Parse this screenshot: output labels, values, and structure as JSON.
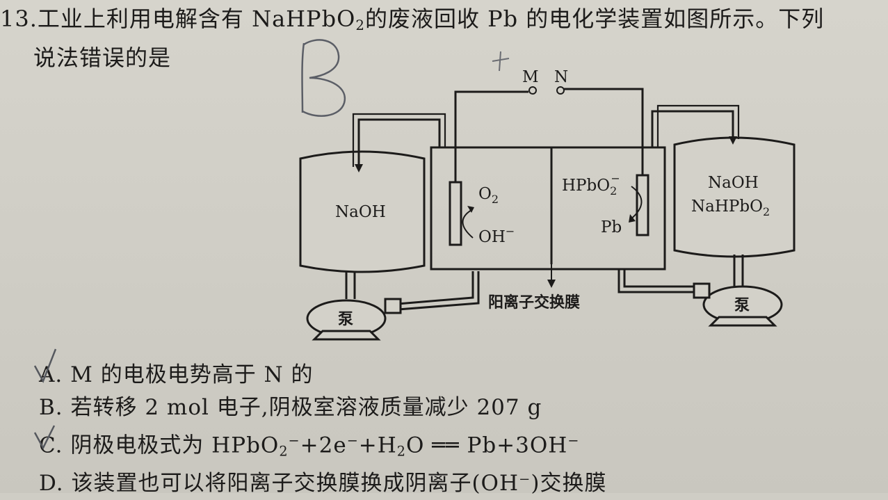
{
  "question": {
    "number": "13.",
    "stem_part1": "工业上利用电解含有 NaHPbO",
    "stem_sub": "2",
    "stem_part2": "的废液回收 Pb 的电化学装置如图所示。下列",
    "stem_line2": "说法错误的是"
  },
  "diagram": {
    "terminal_m": "M",
    "terminal_n": "N",
    "left_tank": "NaOH",
    "right_tank_line1": "NaOH",
    "right_tank_line2": "NaHPbO",
    "right_tank_sub": "2",
    "anode_product": "O",
    "anode_product_sub": "2",
    "anode_reactant": "OH",
    "anode_reactant_sup": "−",
    "cathode_reactant": "HPbO",
    "cathode_reactant_sub": "2",
    "cathode_reactant_sup": "−",
    "cathode_product": "Pb",
    "membrane_label": "阳离子交换膜",
    "pump_left": "泵",
    "pump_right": "泵"
  },
  "options": {
    "a": "A. M 的电极电势高于 N 的",
    "b": "B. 若转移 2 mol 电子,阴极室溶液质量减少 207 g",
    "c_prefix": "C. 阴极电极式为 HPbO",
    "c_sub": "2",
    "c_sup": "−",
    "c_mid1": "+2e",
    "c_sup2": "−",
    "c_mid2": "+H",
    "c_sub2": "2",
    "c_suffix": "O ══ Pb+3OH",
    "c_sup3": "−",
    "d": "D. 该装置也可以将阳离子交换膜换成阴离子(OH⁻)交换膜"
  },
  "handwritten_answer": "B"
}
